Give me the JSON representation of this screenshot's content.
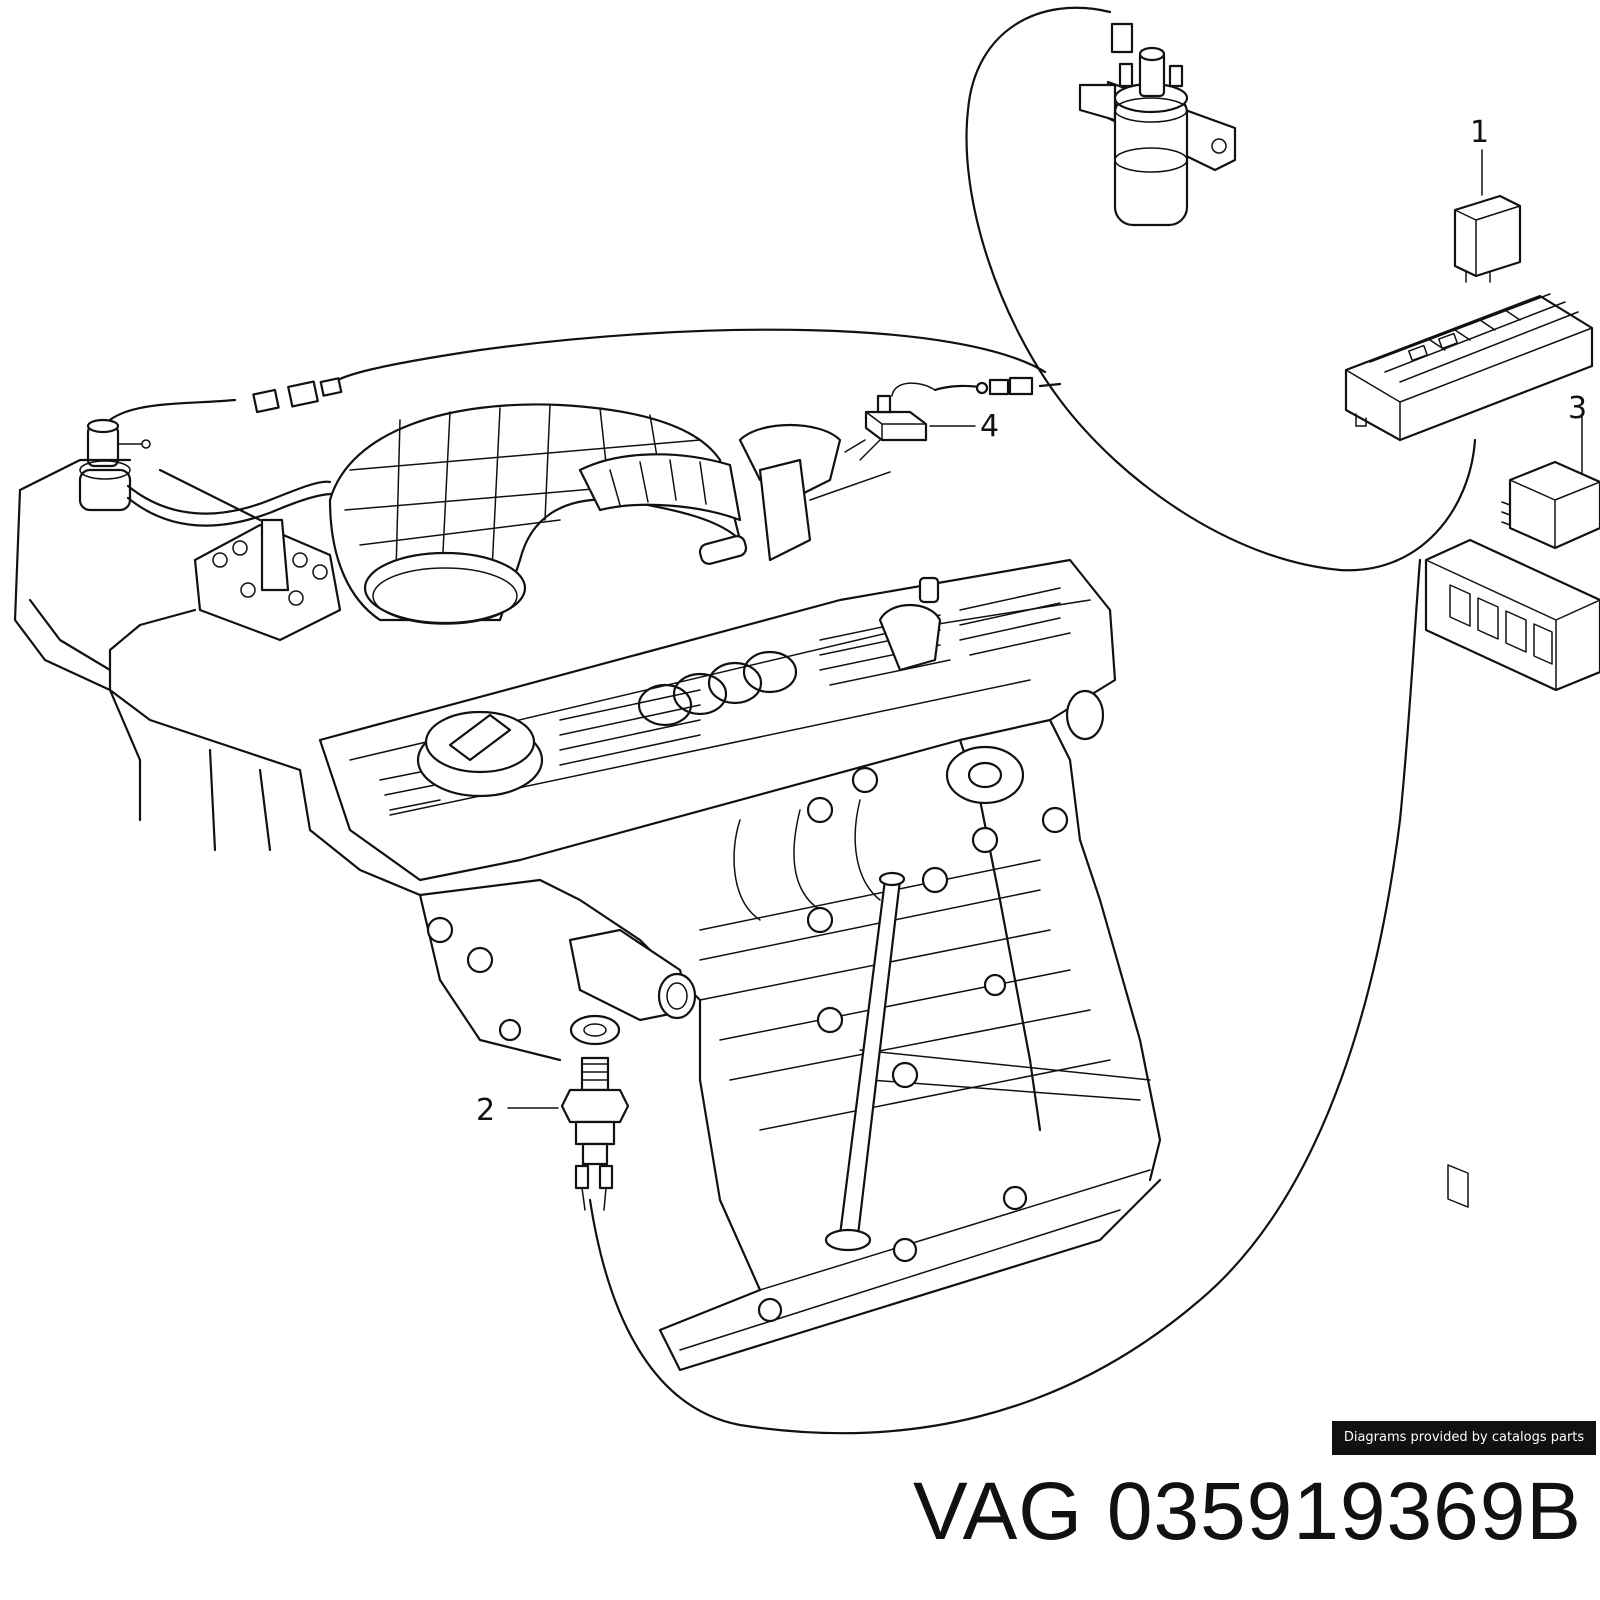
{
  "diagram": {
    "callouts": [
      {
        "number": "1"
      },
      {
        "number": "2"
      },
      {
        "number": "3"
      },
      {
        "number": "4"
      }
    ],
    "credit": "Diagrams provided by catalogs parts",
    "part_title": "VAG 035919369B"
  }
}
